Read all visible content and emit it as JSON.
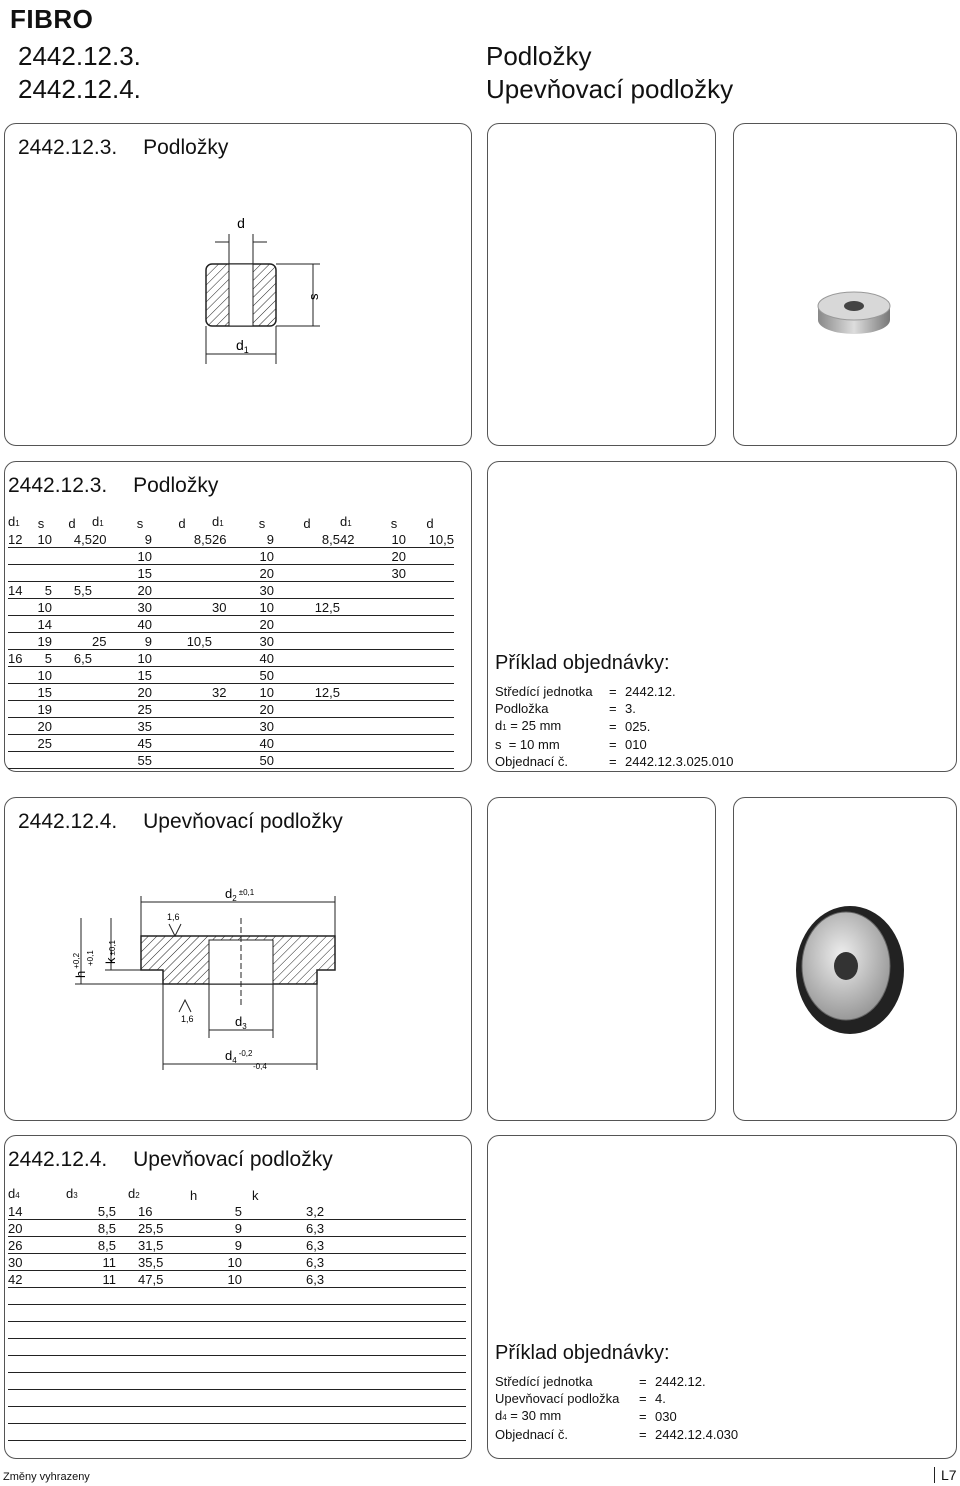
{
  "brand": "FIBRO",
  "header": {
    "codes": [
      "2442.12.3.",
      "2442.12.4."
    ],
    "titles": [
      "Podložky",
      "Upevňovací podložky"
    ]
  },
  "section1": {
    "code": "2442.12.3.",
    "title": "Podložky",
    "drawing_labels": {
      "d": "d",
      "s": "s",
      "d1": "d",
      "d1_sub": "1"
    }
  },
  "table1": {
    "code": "2442.12.3.",
    "title": "Podložky",
    "headers": [
      {
        "t": "d",
        "s": "1"
      },
      {
        "t": "s",
        "s": ""
      },
      {
        "t": "d",
        "s": ""
      },
      {
        "t": "d",
        "s": "1"
      },
      {
        "t": "s",
        "s": ""
      },
      {
        "t": "d",
        "s": ""
      },
      {
        "t": "d",
        "s": "1"
      },
      {
        "t": "s",
        "s": ""
      },
      {
        "t": "d",
        "s": ""
      },
      {
        "t": "d",
        "s": "1"
      },
      {
        "t": "s",
        "s": ""
      },
      {
        "t": "d",
        "s": ""
      }
    ],
    "rows": [
      [
        "12",
        "10",
        "4,5",
        "20",
        "9",
        "8,5",
        "26",
        "9",
        "8,5",
        "42",
        "10",
        "10,5"
      ],
      [
        "",
        "",
        "",
        "",
        "10",
        "",
        "",
        "10",
        "",
        "",
        "20",
        ""
      ],
      [
        "",
        "",
        "",
        "",
        "15",
        "",
        "",
        "20",
        "",
        "",
        "30",
        ""
      ],
      [
        "14",
        "5",
        "5,5",
        "",
        "20",
        "",
        "",
        "30",
        "",
        "",
        "",
        ""
      ],
      [
        "",
        "10",
        "",
        "",
        "30",
        "",
        "30",
        "10",
        "12,5",
        "",
        "",
        ""
      ],
      [
        "",
        "14",
        "",
        "",
        "40",
        "",
        "",
        "20",
        "",
        "",
        "",
        ""
      ],
      [
        "",
        "19",
        "",
        "25",
        "9",
        "10,5",
        "",
        "30",
        "",
        "",
        "",
        ""
      ],
      [
        "16",
        "5",
        "6,5",
        "",
        "10",
        "",
        "",
        "40",
        "",
        "",
        "",
        ""
      ],
      [
        "",
        "10",
        "",
        "",
        "15",
        "",
        "",
        "50",
        "",
        "",
        "",
        ""
      ],
      [
        "",
        "15",
        "",
        "",
        "20",
        "",
        "32",
        "10",
        "12,5",
        "",
        "",
        ""
      ],
      [
        "",
        "19",
        "",
        "",
        "25",
        "",
        "",
        "20",
        "",
        "",
        "",
        ""
      ],
      [
        "",
        "20",
        "",
        "",
        "35",
        "",
        "",
        "30",
        "",
        "",
        "",
        ""
      ],
      [
        "",
        "25",
        "",
        "",
        "45",
        "",
        "",
        "40",
        "",
        "",
        "",
        ""
      ],
      [
        "",
        "",
        "",
        "",
        "55",
        "",
        "",
        "50",
        "",
        "",
        "",
        ""
      ]
    ]
  },
  "order1": {
    "title": "Příklad objednávky:",
    "lines": [
      {
        "label": "Středící jednotka",
        "eq": "=",
        "value": "2442.12."
      },
      {
        "label": "Podložka",
        "eq": "=",
        "value": "3."
      },
      {
        "label": "d",
        "sub": "1",
        "extra": " = 25 mm",
        "eq": "=",
        "value": "025."
      },
      {
        "label": "s",
        "extra": "  = 10 mm",
        "eq": "=",
        "value": "010"
      },
      {
        "label": "Objednací č.",
        "eq": "=",
        "value": "2442.12.3.025.010"
      }
    ]
  },
  "section2": {
    "code": "2442.12.4.",
    "title": "Upevňovací podložky",
    "drawing_labels": {
      "d2": "d",
      "d2_sub": "2",
      "d2_tol": "±0,1",
      "rough_top": "1,6",
      "rough_bottom": "1,6",
      "h": "h",
      "h_tol_top": "+0,2",
      "h_tol_bottom": "+0,1",
      "k": "k",
      "k_tol": "±0,1",
      "d3": "d",
      "d3_sub": "3",
      "d4": "d",
      "d4_sub": "4",
      "d4_tol_top": "-0,2",
      "d4_tol_bottom": "-0,4"
    }
  },
  "table2": {
    "code": "2442.12.4.",
    "title": "Upevňovací podložky",
    "headers": [
      {
        "t": "d",
        "s": "4"
      },
      {
        "t": "d",
        "s": "3"
      },
      {
        "t": "d",
        "s": "2"
      },
      {
        "t": "h",
        "s": ""
      },
      {
        "t": "k",
        "s": ""
      }
    ],
    "rows": [
      [
        "14",
        "5,5",
        "16",
        "5",
        "3,2"
      ],
      [
        "20",
        "8,5",
        "25,5",
        "9",
        "6,3"
      ],
      [
        "26",
        "8,5",
        "31,5",
        "9",
        "6,3"
      ],
      [
        "30",
        "11",
        "35,5",
        "10",
        "6,3"
      ],
      [
        "42",
        "11",
        "47,5",
        "10",
        "6,3"
      ],
      [
        "",
        "",
        "",
        "",
        ""
      ],
      [
        "",
        "",
        "",
        "",
        ""
      ],
      [
        "",
        "",
        "",
        "",
        ""
      ],
      [
        "",
        "",
        "",
        "",
        ""
      ],
      [
        "",
        "",
        "",
        "",
        ""
      ],
      [
        "",
        "",
        "",
        "",
        ""
      ],
      [
        "",
        "",
        "",
        "",
        ""
      ],
      [
        "",
        "",
        "",
        "",
        ""
      ],
      [
        "",
        "",
        "",
        "",
        ""
      ]
    ]
  },
  "order2": {
    "title": "Příklad objednávky:",
    "lines": [
      {
        "label": "Středící jednotka",
        "eq": "=",
        "value": "2442.12."
      },
      {
        "label": "Upevňovací podložka",
        "eq": "=",
        "value": "4."
      },
      {
        "label": "d",
        "sub": "4",
        "extra": " = 30 mm",
        "eq": "=",
        "value": "030"
      },
      {
        "label": "Objednací č.",
        "eq": "=",
        "value": "2442.12.4.030"
      }
    ]
  },
  "footer": {
    "note": "Změny vyhrazeny",
    "page": "L7"
  }
}
